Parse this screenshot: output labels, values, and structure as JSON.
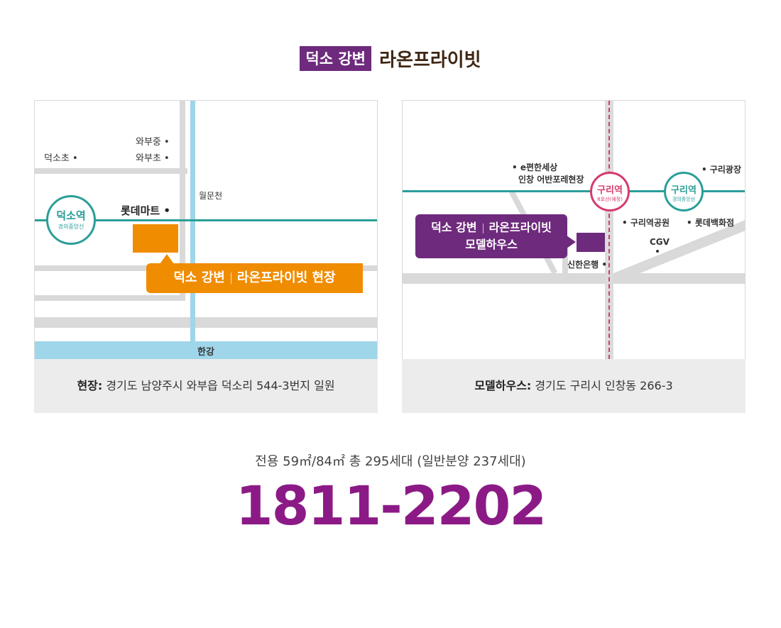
{
  "title": {
    "badge": "덕소 강변",
    "main": "라온프라이빗"
  },
  "map_left": {
    "labels": {
      "waboo_mid": "와부중 •",
      "waboo_elem": "와부초 •",
      "deokso_elem": "덕소초 •",
      "wolmuncheon": "월문천",
      "lotte_mart": "롯데마트 •",
      "hangang": "한강"
    },
    "station": {
      "name": "덕소역",
      "line": "경의중앙선"
    },
    "callout": {
      "part1": "덕소 강변",
      "part2": "라온프라이빗 현장"
    },
    "caption": {
      "label": "현장:",
      "text": " 경기도 남양주시 와부읍 덕소리 544-3번지 일원"
    }
  },
  "map_right": {
    "labels": {
      "epyeonhan_1": "• e편한세상",
      "epyeonhan_2": "인창 어반포레현장",
      "guri_plaza": "• 구리광장",
      "guri_park": "• 구리역공원",
      "lotte_dept": "• 롯데백화점",
      "cgv": "CGV",
      "shinhan": "신한은행 •"
    },
    "station_guri": {
      "name": "구리역",
      "line": "8호선(예정)"
    },
    "station_guri2": {
      "name": "구리역",
      "line": "경의중앙선"
    },
    "callout": {
      "part1": "덕소 강변",
      "part2": "라온프라이빗",
      "line2": "모델하우스"
    },
    "caption": {
      "label": "모델하우스:",
      "text": " 경기도 구리시 인창동 266-3"
    }
  },
  "info": "전용 59㎡/84㎡ 총 295세대 (일반분양 237세대)",
  "phone": "1811-2202",
  "colors": {
    "purple": "#6e2a7c",
    "orange": "#f08c00",
    "teal": "#2b9e98",
    "pink": "#d63a6b",
    "phone": "#8c1a86"
  }
}
